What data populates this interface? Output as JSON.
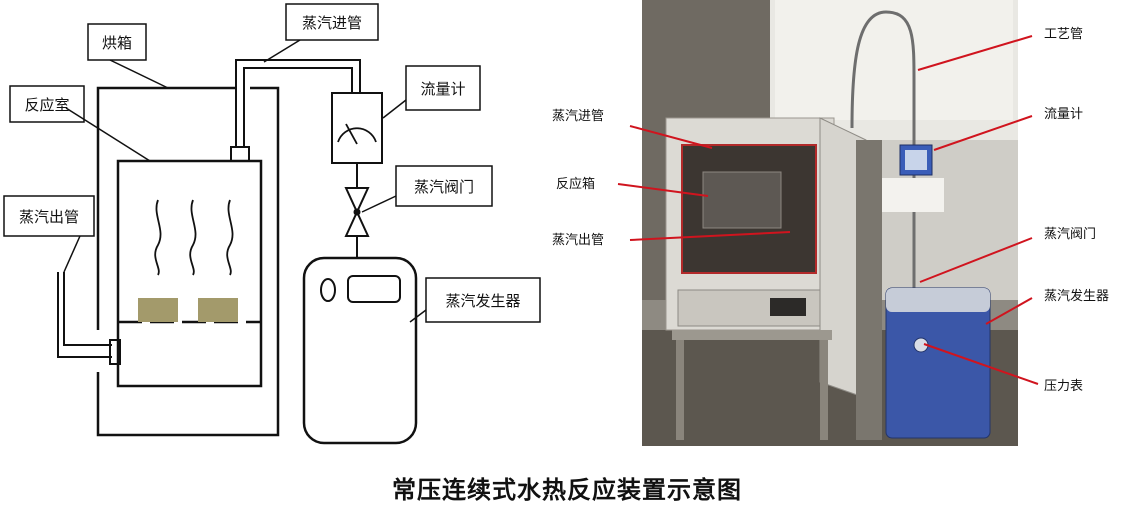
{
  "diagram": {
    "labels": {
      "oven": "烘箱",
      "steam_inlet_pipe": "蒸汽进管",
      "reaction_chamber": "反应室",
      "flowmeter": "流量计",
      "steam_valve": "蒸汽阀门",
      "steam_outlet_pipe": "蒸汽出管",
      "steam_generator": "蒸汽发生器"
    }
  },
  "photo": {
    "labels": {
      "process_pipe": "工艺管",
      "steam_inlet_pipe": "蒸汽进管",
      "flowmeter": "流量计",
      "reaction_box": "反应箱",
      "steam_outlet_pipe": "蒸汽出管",
      "steam_valve": "蒸汽阀门",
      "steam_generator": "蒸汽发生器",
      "pressure_gauge": "压力表"
    }
  },
  "caption": "常压连续式水热反应装置示意图",
  "colors": {
    "line": "#111111",
    "sample": "#a39a6b",
    "annotation_red": "#d0141e",
    "generator_blue": "#3b57a8"
  }
}
